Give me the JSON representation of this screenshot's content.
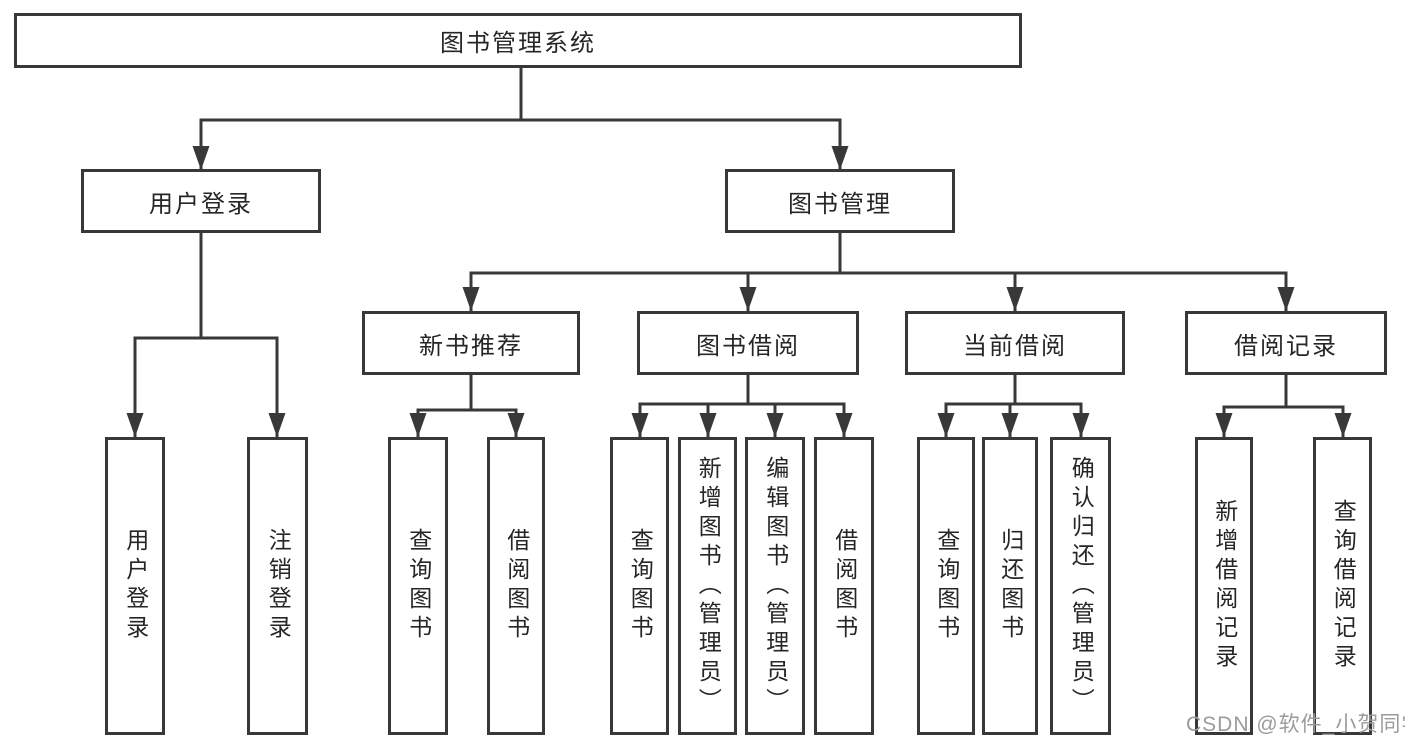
{
  "colors": {
    "line": "#383838",
    "box_border": "#383838",
    "box_fill": "#ffffff",
    "text": "#262626",
    "watermark": "#9b9b9b"
  },
  "tree": {
    "label": "图书管理系统",
    "children": [
      {
        "label": "用户登录",
        "children": [
          {
            "label": "用户登录"
          },
          {
            "label": "注销登录"
          }
        ]
      },
      {
        "label": "图书管理",
        "children": [
          {
            "label": "新书推荐",
            "children": [
              {
                "label": "查询图书"
              },
              {
                "label": "借阅图书"
              }
            ]
          },
          {
            "label": "图书借阅",
            "children": [
              {
                "label": "查询图书"
              },
              {
                "label": "新增图书（管理员）"
              },
              {
                "label": "编辑图书（管理员）"
              },
              {
                "label": "借阅图书"
              }
            ]
          },
          {
            "label": "当前借阅",
            "children": [
              {
                "label": "查询图书"
              },
              {
                "label": "归还图书"
              },
              {
                "label": "确认归还（管理员）"
              }
            ]
          },
          {
            "label": "借阅记录",
            "children": [
              {
                "label": "新增借阅记录"
              },
              {
                "label": "查询借阅记录"
              }
            ]
          }
        ]
      }
    ]
  },
  "watermark": {
    "text": "CSDN @软件_小贺同学"
  }
}
